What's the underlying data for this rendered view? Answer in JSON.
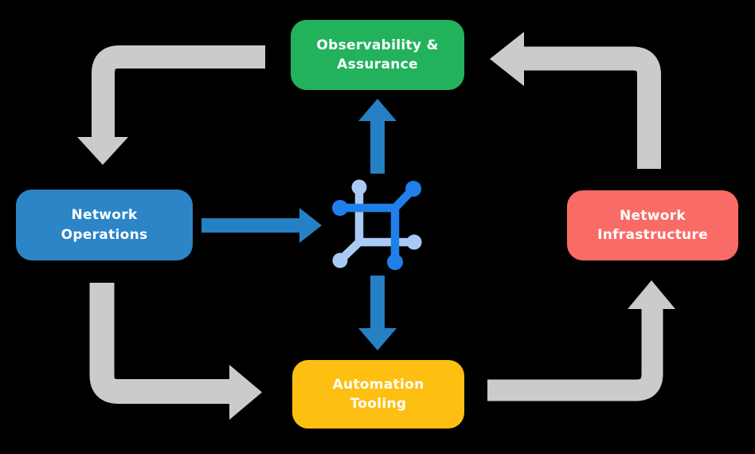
{
  "diagram": {
    "background_color": "#000000",
    "text_color": "#FFFFFF",
    "nodes": {
      "observability": {
        "lines": [
          "Observability &",
          "Assurance"
        ],
        "color": "#23B25C"
      },
      "operations": {
        "lines": [
          "Network",
          "Operations"
        ],
        "color": "#2B85C6"
      },
      "infrastructure": {
        "lines": [
          "Network",
          "Infrastructure"
        ],
        "color": "#F96B66"
      },
      "automation": {
        "lines": [
          "Automation",
          "Tooling"
        ],
        "color": "#FDBF12"
      }
    },
    "center_icon": {
      "name": "network-mesh-icon",
      "primary_color": "#1E80E8",
      "secondary_color": "#A9CAF4"
    },
    "arrows": {
      "outer_color": "#CBCBCB",
      "inner_color": "#2581C4",
      "outer_flow": [
        {
          "from": "Observability & Assurance",
          "to": "Network Operations"
        },
        {
          "from": "Network Operations",
          "to": "Automation Tooling"
        },
        {
          "from": "Automation Tooling",
          "to": "Network Infrastructure"
        },
        {
          "from": "Network Infrastructure",
          "to": "Observability & Assurance"
        }
      ],
      "inner_flow": [
        {
          "from": "Network Operations",
          "to": "center-icon"
        },
        {
          "from": "center-icon",
          "to": "Observability & Assurance"
        },
        {
          "from": "center-icon",
          "to": "Automation Tooling"
        }
      ]
    }
  }
}
